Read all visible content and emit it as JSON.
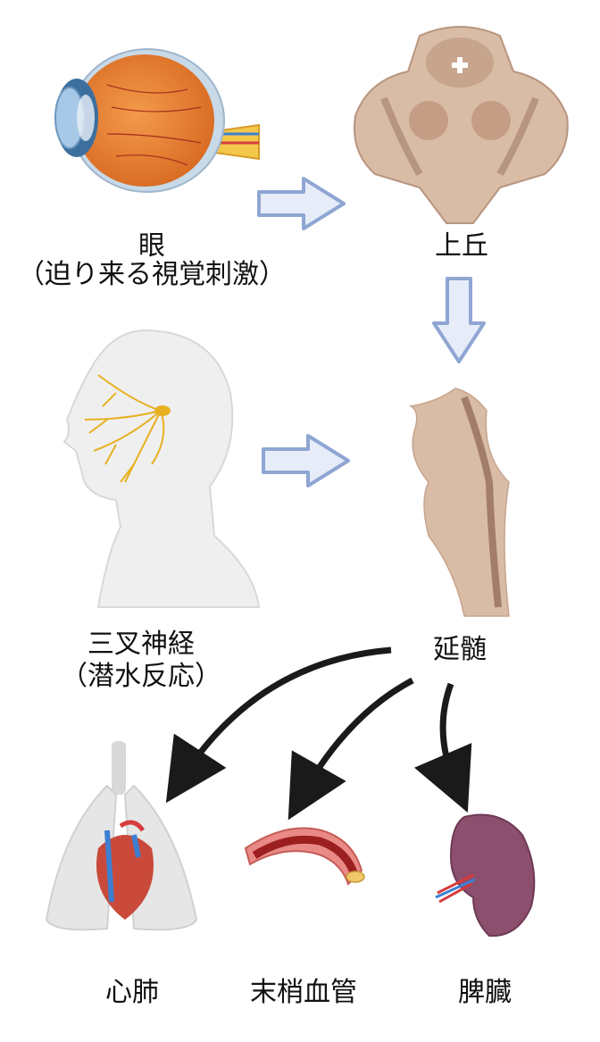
{
  "labels": {
    "eye_title": "眼",
    "eye_sub": "（迫り来る視覚刺激）",
    "superior_colliculus": "上丘",
    "trigeminal_title": "三叉神経",
    "trigeminal_sub": "（潜水反応）",
    "medulla": "延髄",
    "heart_lung": "心肺",
    "peripheral_vessels": "末梢血管",
    "spleen": "脾臓"
  },
  "colors": {
    "block_arrow_fill": "#e6edf9",
    "block_arrow_stroke": "#8fa6d3",
    "curved_arrow": "#1a1a1a",
    "brain_tissue": "#d9bca6",
    "brain_dark": "#b89580",
    "eye_orange": "#e47a2f",
    "nerve_yellow": "#e8b021",
    "artery_red": "#d63b3b",
    "vein_blue": "#3d7fd1",
    "spleen_purple": "#8c4f6e",
    "lung_gray": "#e6e6e6"
  },
  "icons": [
    "eye-icon",
    "brainstem-section-icon",
    "head-trigeminal-icon",
    "medulla-icon",
    "lungs-heart-icon",
    "blood-vessel-icon",
    "spleen-icon"
  ]
}
